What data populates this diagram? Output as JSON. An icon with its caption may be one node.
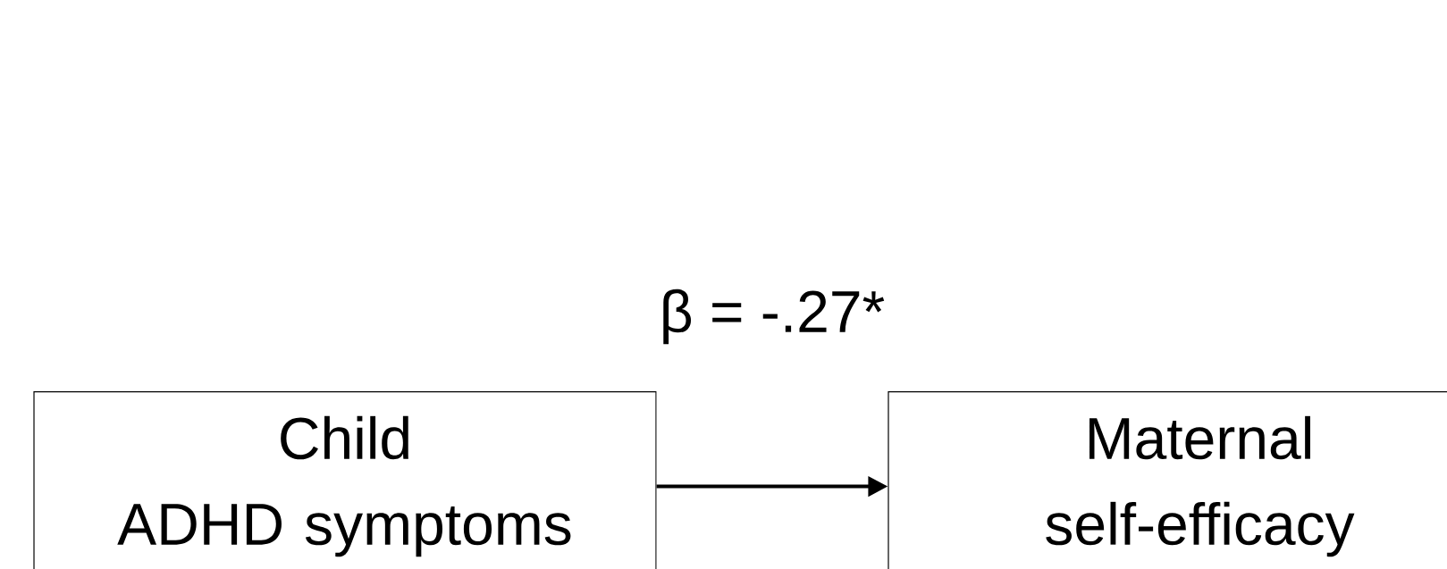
{
  "diagram": {
    "nodes": [
      {
        "text": [
          "Child",
          "ADHD symptoms"
        ]
      },
      {
        "text": [
          "Maternal self-efficacy"
        ]
      }
    ],
    "edges": [
      {
        "from": 0,
        "to": 1,
        "arrow": "to",
        "label": "β = -.27*"
      }
    ]
  }
}
